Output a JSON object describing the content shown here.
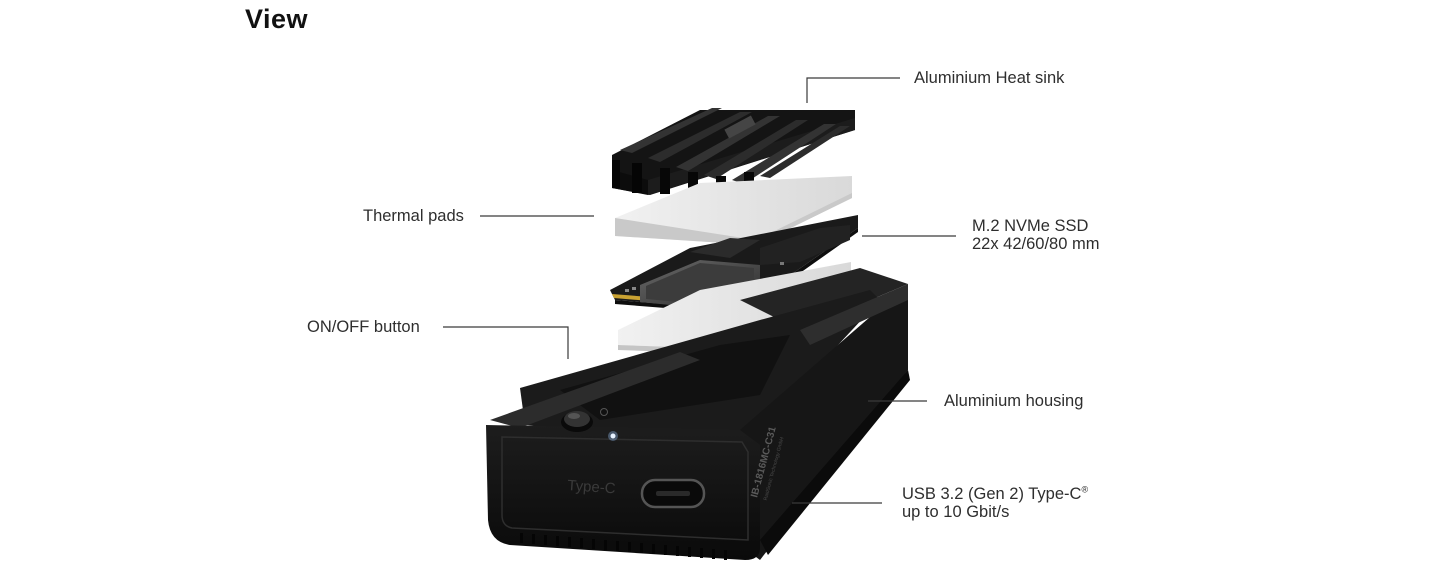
{
  "title": "View",
  "callouts": {
    "heat_sink": "Aluminium Heat sink",
    "thermal_pads": "Thermal pads",
    "ssd_line1": "M.2 NVMe SSD",
    "ssd_line2": "22x  42/60/80  mm",
    "onoff": "ON/OFF button",
    "housing": "Aluminium housing",
    "usb_line1": "USB 3.2 (Gen 2) Type-C",
    "usb_reg": "®",
    "usb_line2": "up to 10 Gbit/s"
  },
  "device": {
    "port_label": "Type-C",
    "model_text": "IB-1816MC-C31",
    "small_text": "RaidSonic Technology GmbH"
  }
}
